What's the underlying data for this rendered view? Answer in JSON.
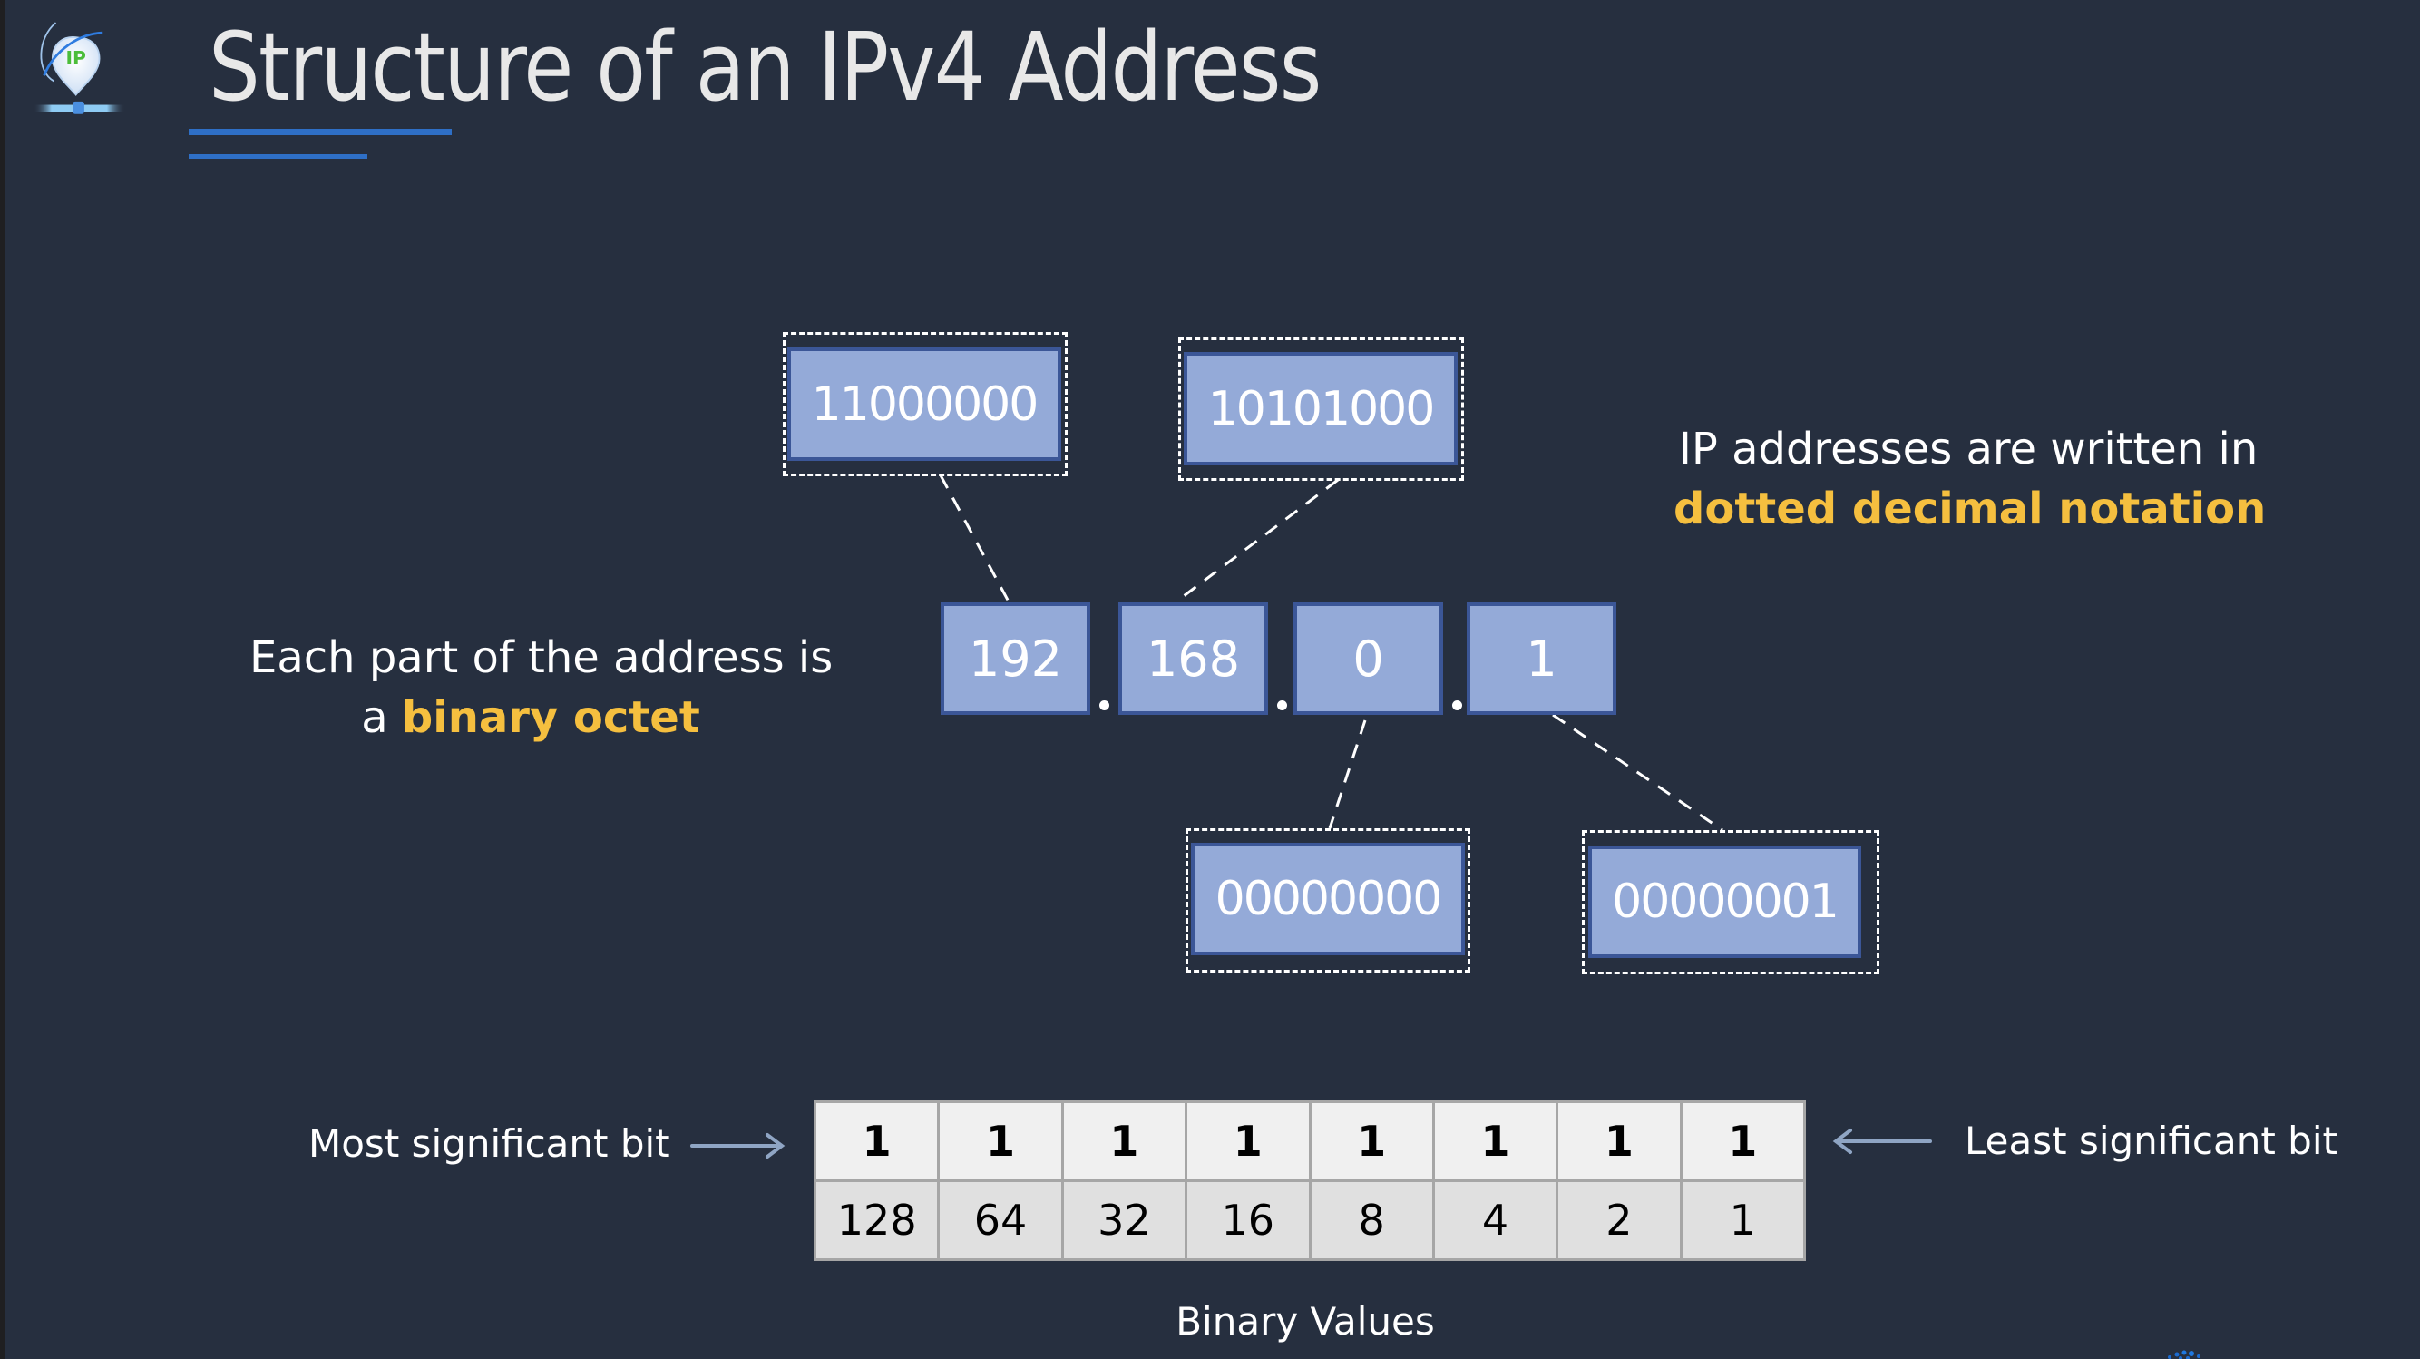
{
  "slide": {
    "title": "Structure of an IPv4 Address",
    "logo_text": "IP",
    "accent_color": "#2e6fc6",
    "highlight_color": "#f5bf3f",
    "box_fill_color": "#94aad8",
    "box_border_color": "#3b5697"
  },
  "ip_address": {
    "octets": [
      {
        "decimal": "192",
        "binary": "11000000"
      },
      {
        "decimal": "168",
        "binary": "10101000"
      },
      {
        "decimal": "0",
        "binary": "00000000"
      },
      {
        "decimal": "1",
        "binary": "00000001"
      }
    ],
    "separator": "."
  },
  "captions": {
    "left": {
      "line1": "Each part of the address is",
      "line2_prefix": "a ",
      "line2_highlight": "binary octet"
    },
    "right": {
      "line1": "IP addresses are written in",
      "line2_highlight": "dotted decimal notation"
    }
  },
  "bit_table": {
    "most_significant_label": "Most significant bit",
    "least_significant_label": "Least significant bit",
    "bits": [
      "1",
      "1",
      "1",
      "1",
      "1",
      "1",
      "1",
      "1"
    ],
    "values": [
      "128",
      "64",
      "32",
      "16",
      "8",
      "4",
      "2",
      "1"
    ],
    "footer": "Binary Values"
  }
}
